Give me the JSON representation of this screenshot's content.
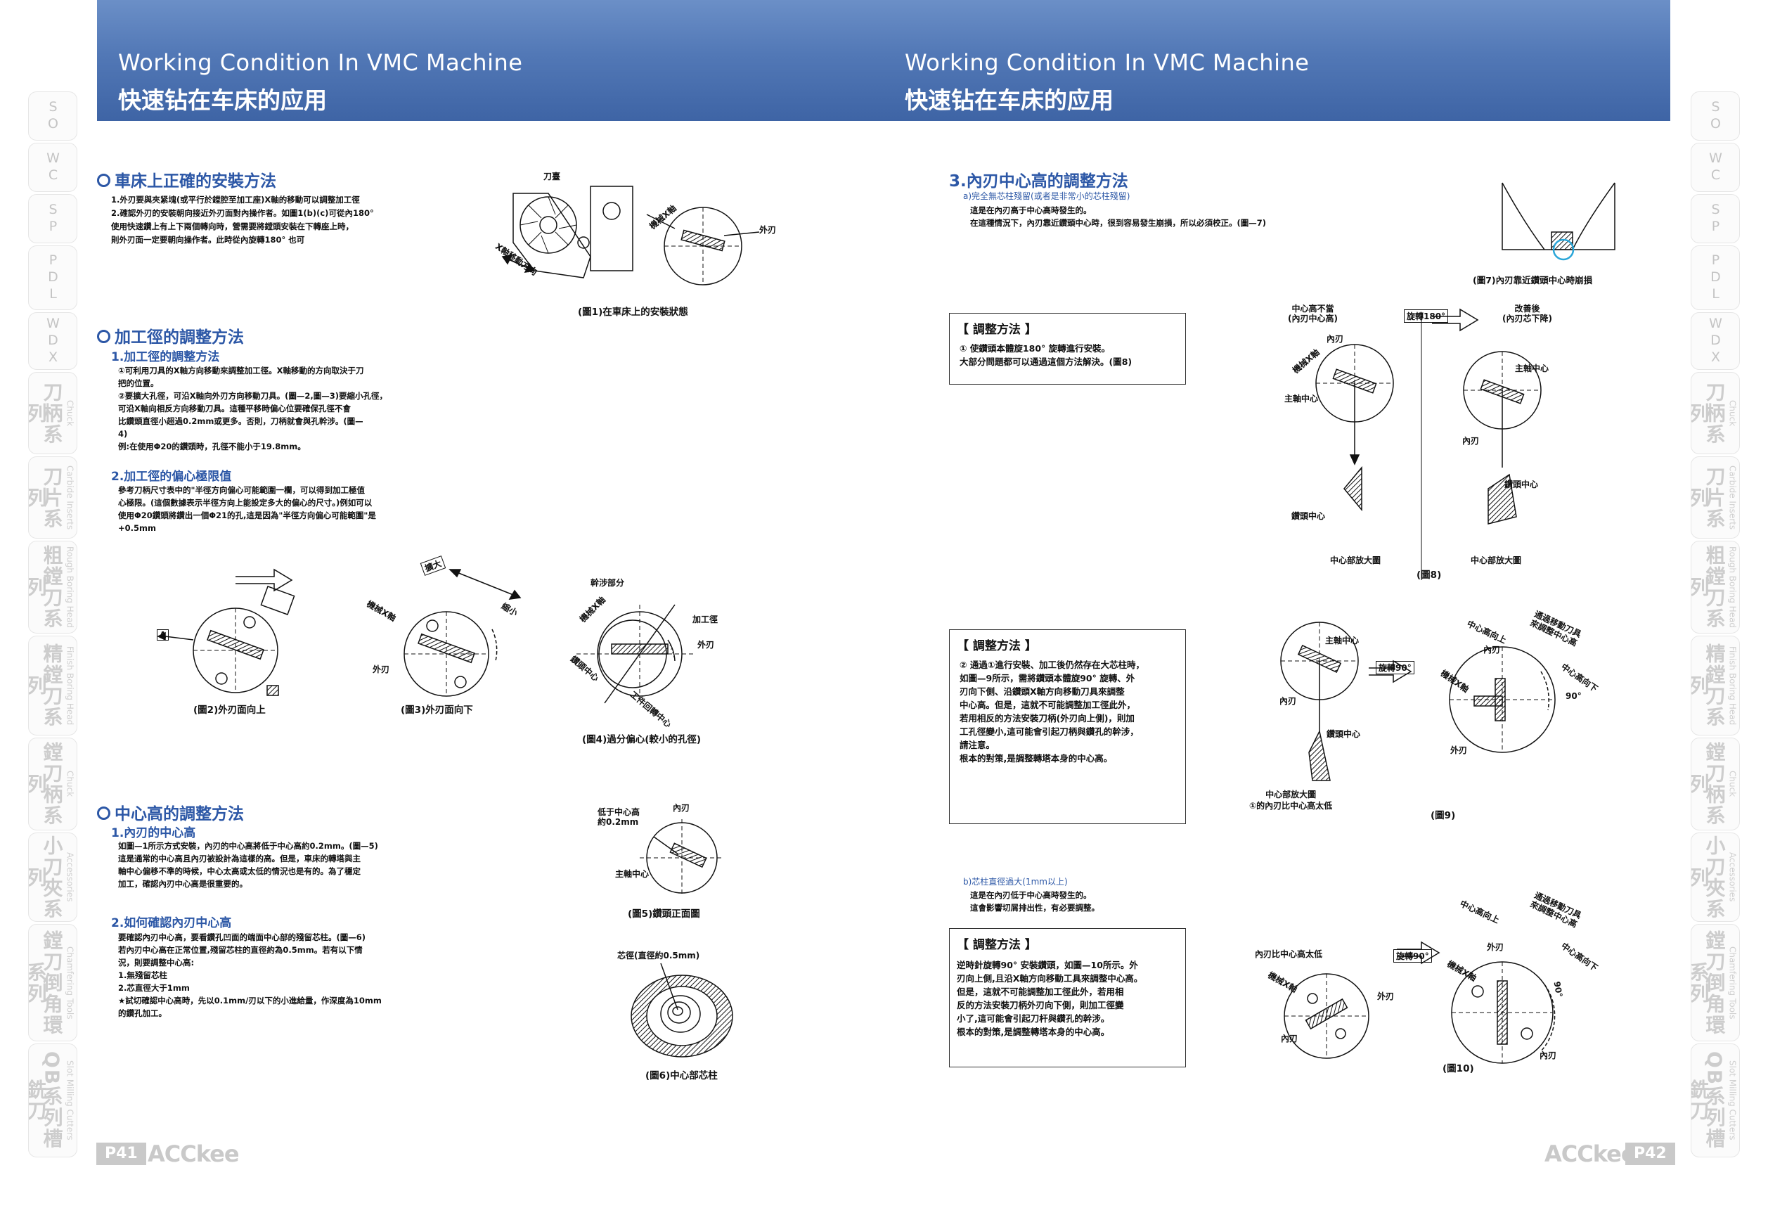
{
  "header": {
    "en": "Working Condition In VMC Machine",
    "cn": "快速钻在车床的应用"
  },
  "side_tabs": [
    {
      "latin": "SO"
    },
    {
      "latin": "WC"
    },
    {
      "latin": "SP"
    },
    {
      "latin": "PDL"
    },
    {
      "latin": "WDX"
    },
    {
      "cn": "刀柄系列",
      "en": "Chuck"
    },
    {
      "cn": "刀片系列",
      "en": "Carbide Inserts"
    },
    {
      "cn": "粗鏜刀系列",
      "en": "Rough Boring Head"
    },
    {
      "cn": "精鏜刀系列",
      "en": "Finish Boring Head"
    },
    {
      "cn": "鏜刀柄系列",
      "en": "Chuck"
    },
    {
      "cn": "小刀夾系列",
      "en": "Accessories"
    },
    {
      "cn": "鏜刀倒角環系列",
      "en": "Chamfering Tools"
    },
    {
      "cn": "QB系列槽銑刀",
      "en": "Slot Milling Cutters"
    }
  ],
  "left": {
    "s1_title": "車床上正確的安裝方法",
    "s1_text": "1.外刃要與夾紧塊(或平行於鏜腔至加工座)X軸的移動可以調整加工徑\n2.確認外刃的安裝朝向接近外刃面對內操作者。如圖1(b)(c)可從內180°\n  使用快速鑽上有上下兩個轉向時，營需要將鏜頭安裝在下轉座上時，\n  則外刃面一定要朝向操作者。此時從內旋轉180° 也可",
    "fig1_caption": "(圖1)在車床上的安裝狀態",
    "fig1_labels": {
      "tool_post": "刀臺",
      "x_move": "X軸移動方向",
      "main_x": "機械X軸",
      "outer": "外刃"
    },
    "s2_title": "加工徑的調整方法",
    "s2_1_title": "1.加工徑的調整方法",
    "s2_1_text": "①可利用刀具的X軸方向移動來調整加工徑。X軸移動的方向取決于刀\n  把的位置。\n②要擴大孔徑，可沿X軸向外刃方向移動刀具。(圖—2,圖—3)要縮小孔徑，\n  可沿X軸向相反方向移動刀具。這種平移時偏心位要確保孔徑不會\n  比鑽頭直徑小超過0.2mm或更多。否則，刀柄就會與孔幹涉。(圖—\n  4)\n例:在使用Φ20的鑽頭時，孔徑不能小于19.8mm。",
    "s2_2_title": "2.加工徑的偏心極限值",
    "s2_2_text": "參考刀柄尺寸表中的\"半徑方向偏心可能範圍一欄，可以得到加工極值\n心極限。(這個數據表示半徑方向上能設定多大的偏心的尺寸。)例如可以\n使用Φ20鑽頭將鑽出一個Φ21的孔,這是因為\"半徑方向偏心可能範圍\"是\n+0.5mm",
    "fig2_caption": "(圖2)外刃面向上",
    "fig3_caption": "(圖3)外刃面向下",
    "fig3_labels": {
      "enlarge": "擴大",
      "shrink": "縮小",
      "main_x": "機械X軸",
      "outer": "外刃"
    },
    "fig4_caption": "(圖4)過分偏心(較小的孔徑)",
    "fig4_labels": {
      "interfere": "幹涉部分",
      "main_x": "機械X軸",
      "bore": "加工徑",
      "outer": "外刃",
      "drill_c": "鑽頭中心",
      "work_c": "工件回轉中心"
    },
    "s3_title": "中心高的調整方法",
    "s3_1_title": "1.內刃的中心高",
    "s3_1_text": "如圖—1所示方式安裝，內刃的中心高將低于中心高約0.2mm。(圖—5)\n這是通常的中心高且內刃被設計為這樣的高。但是，車床的轉塔與主\n軸中心偏移不準的時候，中心太高或太低的情況也是有的。為了穩定\n加工，確認內刃中心高是很重要的。",
    "s3_2_title": "2.如何確認內刃中心高",
    "s3_2_text": "要確認內刃中心高，要看鑽孔凹面的端面中心部的殘留芯柱。(圖—6)\n若內刃中心高在正常位置,殘留芯柱的直徑約為0.5mm。若有以下情\n況，則要調整中心高:\n  1.無殘留芯柱\n  2.芯直徑大于1mm\n★試切確認中心高時，先以0.1mm/刃以下的小進給量，作深度為10mm\n  的鑽孔加工。",
    "fig5_caption": "(圖5)鑽頭正面圖",
    "fig5_labels": {
      "lower": "低于中心高\n約0.2mm",
      "inner": "內刃",
      "spindle": "主軸中心"
    },
    "fig6_caption": "(圖6)中心部芯柱",
    "fig6_label": "芯徑(直徑約0.5mm)",
    "page_num": "P41",
    "brand": "ACCkee"
  },
  "right": {
    "s_title": "3.內刃中心高的調整方法",
    "a_title": "a)完全無芯柱殘留(或者是非常小的芯柱殘留)",
    "a_text": "這是在內刃高于中心高時發生的。\n在這種情況下，內刃靠近鑽頭中心時，很到容易發生崩損，所以必須校正。(圖—7)",
    "fig7_caption": "(圖7)內刃靠近鑽頭中心時崩損",
    "box1_title": "【 調整方法 】",
    "box1_text": "① 使鑽頭本體旋180° 旋轉進行安裝。\n   大部分問題都可以通過這個方法解決。(圖8)",
    "fig8_labels": {
      "before": "中心高不當\n(內刃中心高)",
      "rotate": "旋轉180°",
      "after": "改善後\n(內刃芯下降)",
      "inner": "內刃",
      "main_x": "機械X軸",
      "spindle": "主軸中心",
      "drill_c": "鑽頭中心",
      "enlarge_l": "中心部放大圖",
      "enlarge_r": "中心部放大圖",
      "caption": "(圖8)",
      "inner2": "內刃",
      "spindle2": "主軸中心"
    },
    "box2_title": "【 調整方法 】",
    "box2_text": "② 通過①進行安裝、加工後仍然存在大芯柱時，\n   如圖—9所示，需將鑽頭本體旋90° 旋轉、外\n   刃向下側、沿鑽頭X軸方向移動刀具來調整\n   中心高。但是，這就不可能調整加工徑此外，\n   若用相反的方法安裝刀柄(外刃向上側)，則加\n   工孔徑變小,這可能會引起刀柄與鑽孔的幹涉，\n   請注意。\n   根本的對策,是調整轉塔本身的中心高。",
    "fig9_labels": {
      "spindle": "主軸中心",
      "rotate": "旋轉90°",
      "move": "通過移動刀具\n來調整中心高",
      "center_up": "中心高向上",
      "inner": "內刃",
      "main_x": "機械X軸",
      "center_down": "中心高向下",
      "deg": "90°",
      "outer": "外刃",
      "drill_c": "鑽頭中心",
      "enlarge": "中心部放大圖\n①的內刃比中心高太低",
      "caption": "(圖9)",
      "inner2": "內刃"
    },
    "b_title": "b)芯柱直徑過大(1mm以上)",
    "b_text": "這是在內刃低于中心高時發生的。\n這會影響切屑排出性，有必要調整。",
    "box3_title": "【 調整方法 】",
    "box3_text": "逆時針旋轉90° 安裝鑽頭，如圖—10所示。外\n刃向上側,且沿X軸方向移動工具來調整中心高。\n但是，這就不可能調整加工徑此外，若用相\n反的方法安裝刀柄外刃向下側，則加工徑變\n小了,這可能會引起刀杆與鑽孔的幹涉。\n根本的對策,是調整轉塔本身的中心高。",
    "fig10_labels": {
      "low": "內刃比中心高太低",
      "rotate": "旋轉90°",
      "move": "通過移動刀具\n來調整中心高",
      "center_up": "中心高向上",
      "outer": "外刃",
      "main_x": "機械X軸",
      "center_down": "中心高向下",
      "outer2": "外刃",
      "inner": "內刃",
      "inner2": "內刃",
      "deg": "90°",
      "caption": "(圖10)"
    },
    "page_num": "P42",
    "brand": "ACCkee"
  }
}
